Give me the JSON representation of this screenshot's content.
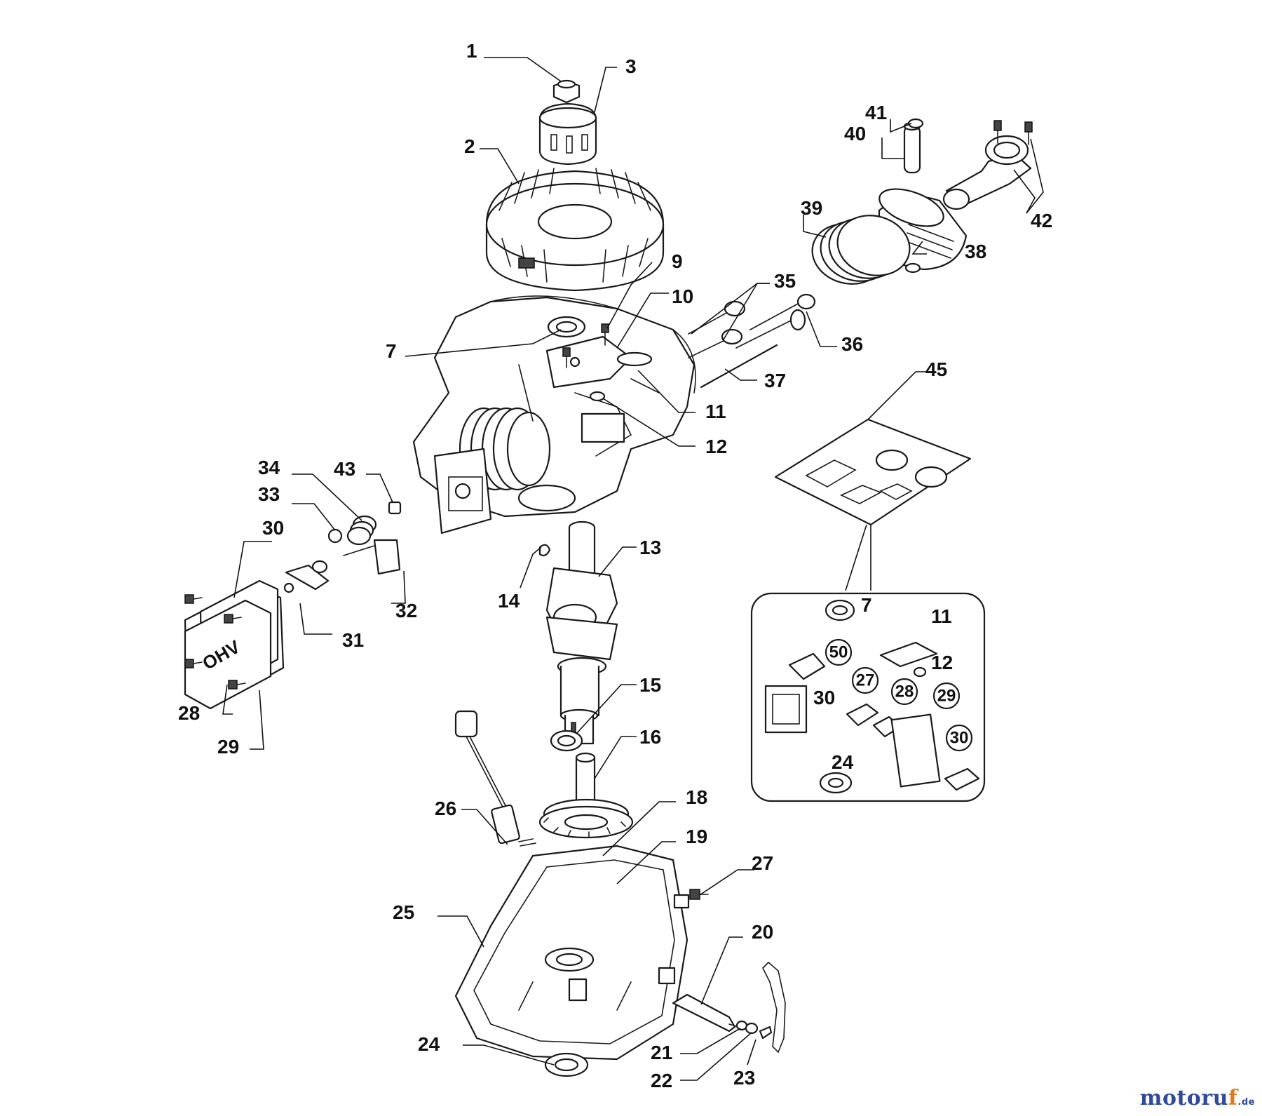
{
  "diagram": {
    "labels": [
      "1",
      "2",
      "3",
      "7",
      "9",
      "10",
      "11",
      "12",
      "13",
      "14",
      "15",
      "16",
      "18",
      "19",
      "20",
      "21",
      "22",
      "23",
      "24",
      "25",
      "26",
      "27",
      "28",
      "29",
      "30",
      "31",
      "32",
      "33",
      "34",
      "35",
      "36",
      "37",
      "38",
      "39",
      "40",
      "41",
      "42",
      "43",
      "45"
    ],
    "inset_labels": [
      "7",
      "11",
      "12",
      "30",
      "24"
    ],
    "inset_circled_labels": [
      "50",
      "27",
      "28",
      "29",
      "30"
    ]
  },
  "watermark": {
    "main": "motoru",
    "accent": "f",
    "tld": ".de"
  }
}
